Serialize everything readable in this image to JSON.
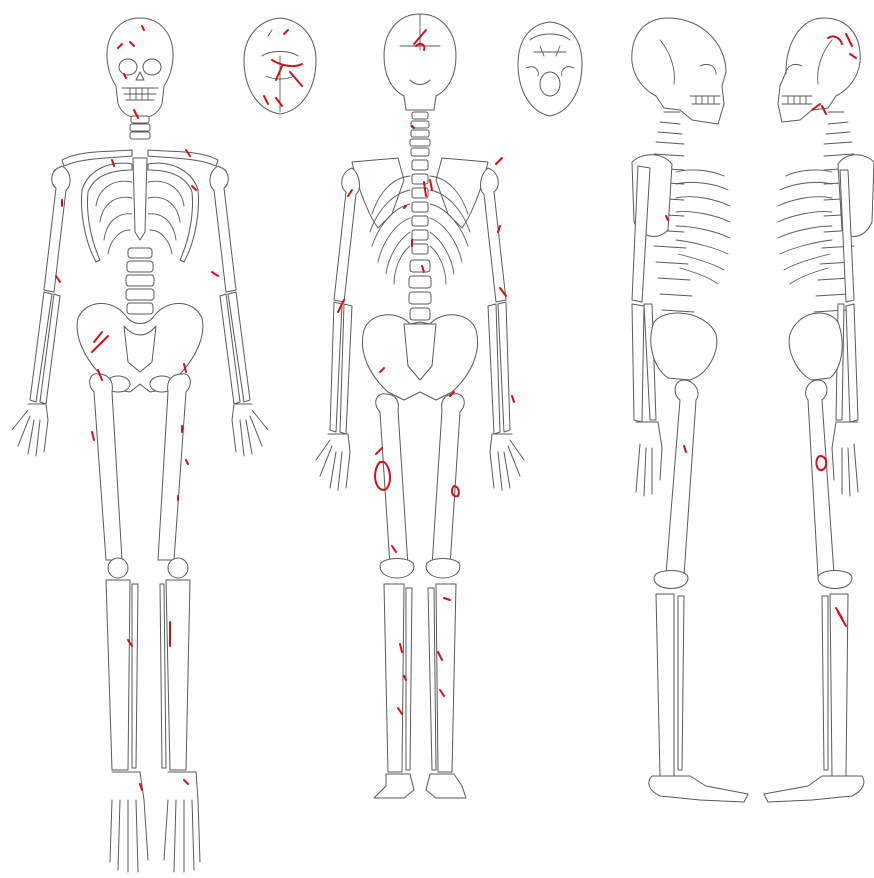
{
  "figure": {
    "background_color": "#ffffff",
    "outline_color": "#5a5a5a",
    "mark_color": "#d0121b",
    "views": [
      {
        "id": "anterior",
        "name": "anterior-view"
      },
      {
        "id": "superior-skull",
        "name": "superior-skull-view"
      },
      {
        "id": "posterior",
        "name": "posterior-view"
      },
      {
        "id": "inferior-skull",
        "name": "inferior-skull-view"
      },
      {
        "id": "right-lateral",
        "name": "right-lateral-view"
      },
      {
        "id": "left-lateral",
        "name": "left-lateral-view"
      }
    ]
  }
}
